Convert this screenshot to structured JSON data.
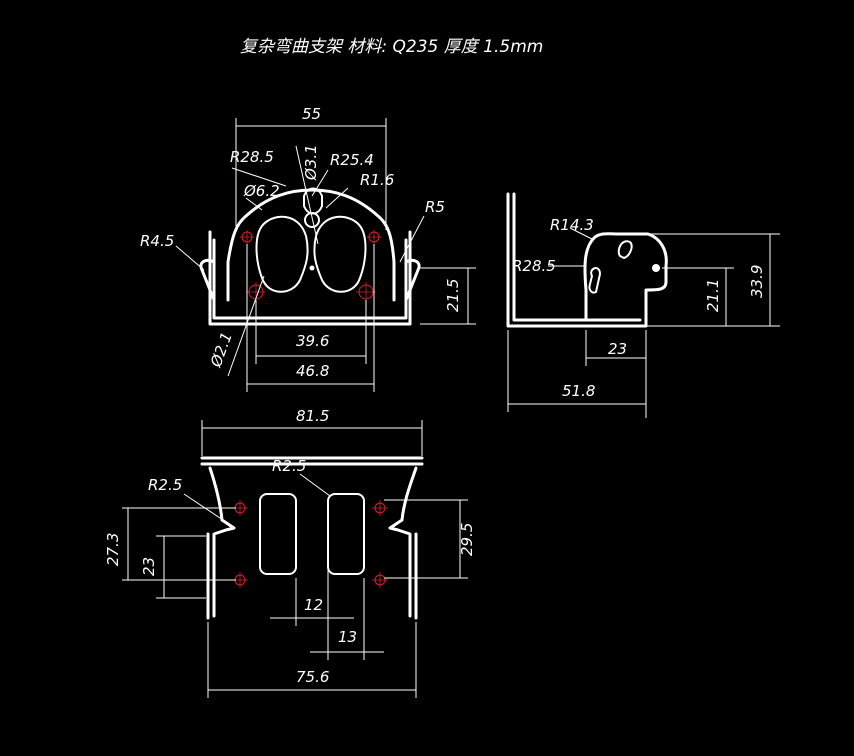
{
  "title": "复杂弯曲支架  材料: Q235    厚度 1.5mm",
  "colors": {
    "background": "#000000",
    "lines": "#ffffff",
    "hole_marks": "#e0202a"
  },
  "dims": {
    "front_width": "55",
    "front_r_outer": "R28.5",
    "front_r_inner": "R25.4",
    "front_r_small": "R1.6",
    "front_hole_dia": "Ø6.2",
    "front_r_corner": "R5",
    "front_r_notch": "R4.5",
    "front_hole_span_inner": "39.6",
    "front_hole_span_outer": "46.8",
    "front_slot_dia": "Ø3.1",
    "front_height": "21.5",
    "front_small_hole": "Ø2.1",
    "side_r_top": "R14.3",
    "side_r_left": "R28.5",
    "side_offset": "23",
    "side_depth": "51.8",
    "side_hole_height": "21.1",
    "side_height": "33.9",
    "top_width": "81.5",
    "top_r_left": "R2.5",
    "top_r_slot": "R2.5",
    "top_slot_gap": "12",
    "top_hole_gap": "13",
    "top_bottom_width": "75.6",
    "top_height_outer": "27.3",
    "top_height_inner": "23",
    "top_hole_pitch": "29.5"
  }
}
